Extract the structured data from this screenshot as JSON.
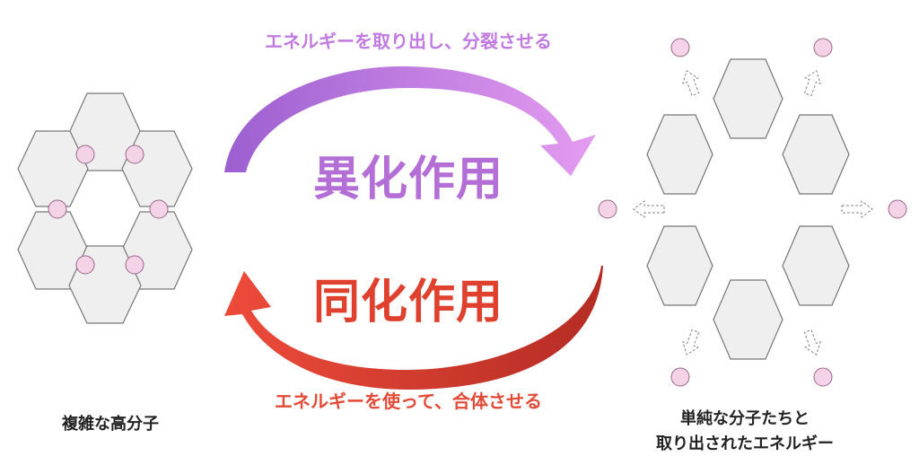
{
  "catabolism": {
    "title": "異化作用",
    "caption": "エネルギーを取り出し、分裂させる",
    "color": "#b46fd6"
  },
  "anabolism": {
    "title": "同化作用",
    "caption": "エネルギーを使って、合体させる",
    "color": "#e0412e"
  },
  "left_label": "複雑な高分子",
  "right_label": {
    "line1": "単純な分子たちと",
    "line2": "取り出されたエネルギー"
  },
  "colors": {
    "hexagon_fill": "#efefef",
    "hexagon_stroke": "#777777",
    "bond_circle": "#f4d3e6",
    "bond_stroke": "#996688"
  }
}
